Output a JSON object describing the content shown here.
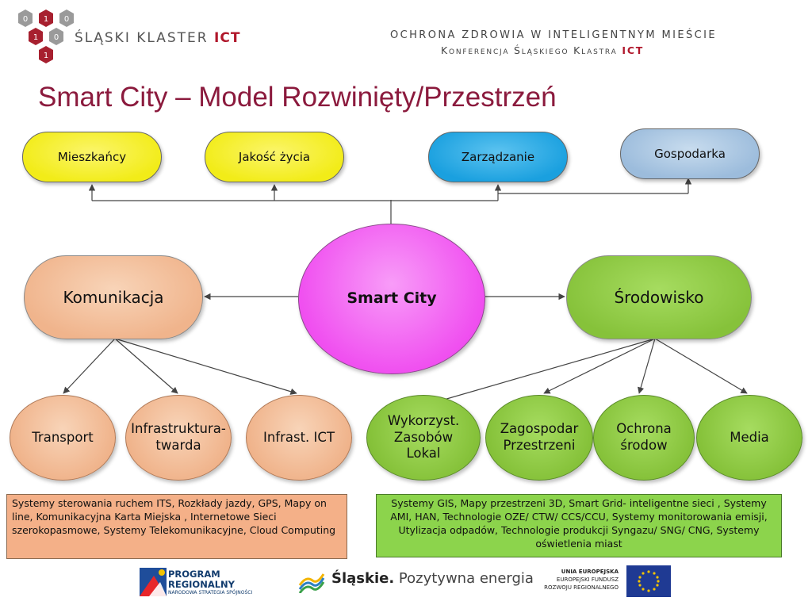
{
  "header": {
    "logo_digits": [
      "0",
      "1",
      "0",
      "1",
      "0",
      "1"
    ],
    "logo_text": "ŚLĄSKI KLASTER",
    "logo_ict": "ICT",
    "conference_line1": "OCHRONA ZDROWIA W INTELIGENTNYM MIEŚCIE",
    "conference_line2": "Konferencja Śląskiego Klastra",
    "conference_ict": "ICT"
  },
  "title": "Smart City – Model Rozwinięty/Przestrzeń",
  "top_nodes": [
    {
      "label": "Mieszkańcy",
      "color": "#f2ec18"
    },
    {
      "label": "Jakość życia",
      "color": "#f2ec18"
    },
    {
      "label": "Zarządzanie",
      "color": "#1aa0df"
    },
    {
      "label": "Gospodarka",
      "color": "#9cbcdc"
    }
  ],
  "center": {
    "label": "Smart City",
    "color": "#f050f0"
  },
  "left_branch": {
    "label": "Komunikacja",
    "color": "#f0b48c"
  },
  "right_branch": {
    "label": "Środowisko",
    "color": "#86c23a"
  },
  "left_children": [
    "Transport",
    "Infrastruktura- twarda",
    "Infrast. ICT"
  ],
  "right_children": [
    "Wykorzyst. Zasobów Lokal",
    "Zagospodar Przestrzeni",
    "Ochrona środow",
    "Media"
  ],
  "left_info": "Systemy sterowania ruchem ITS, Rozkłady jazdy, GPS, Mapy on line, Komunikacyjna Karta Miejska , Internetowe Sieci szerokopasmowe, Systemy Telekomunikacyjne, Cloud Computing",
  "right_info": "Systemy GIS, Mapy przestrzeni 3D, Smart Grid- inteligentne sieci , Systemy AMI, HAN, Technologie OZE/ CTW/ CCS/CCU, Systemy monitorowania emisji, Utylizacja odpadów, Technologie produkcji Syngazu/ SNG/ CNG, Systemy oświetlenia miast",
  "footer": {
    "program_line1": "PROGRAM",
    "program_line2": "REGIONALNY",
    "program_line3": "NARODOWA STRATEGIA SPÓJNOŚCI",
    "slaskie_bold": "Śląskie.",
    "slaskie_rest": "Pozytywna energia",
    "eu_line1": "UNIA EUROPEJSKA",
    "eu_line2": "EUROPEJSKI FUNDUSZ",
    "eu_line3": "ROZWOJU REGIONALNEGO"
  }
}
